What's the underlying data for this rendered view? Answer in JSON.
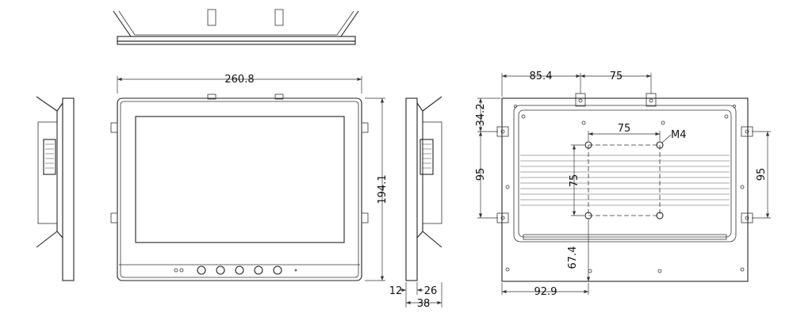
{
  "dimensions": {
    "front_width": "260.8",
    "front_height": "194.1",
    "side_depth_a": "12",
    "side_depth_b": "26",
    "side_depth_total": "38",
    "rear_offset_left": "85.4",
    "rear_vesa_top": "75",
    "rear_offset_top": "34.2",
    "rear_height_left": "95",
    "rear_height_right": "95",
    "rear_inner_h": "75",
    "rear_inner_v": "75",
    "rear_screw": "M4",
    "rear_offset_bottom": "67.4",
    "rear_offset_bottom_left": "92.9"
  },
  "colors": {
    "line": "#222222",
    "background": "#ffffff"
  }
}
